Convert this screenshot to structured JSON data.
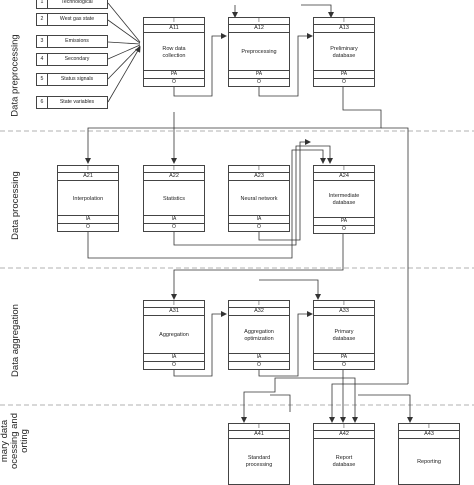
{
  "sections": [
    {
      "id": "preprocessing",
      "label": "Data preprocessing"
    },
    {
      "id": "processing",
      "label": "Data processing"
    },
    {
      "id": "aggregation",
      "label": "Data aggregation"
    },
    {
      "id": "reporting",
      "label": "mary data\nocessing and\norting"
    }
  ],
  "inputs": [
    {
      "num": "1",
      "label": "Technological"
    },
    {
      "num": "2",
      "label": "West gas state"
    },
    {
      "num": "3",
      "label": "Emissions"
    },
    {
      "num": "4",
      "label": "Secondary"
    },
    {
      "num": "5",
      "label": "Status signals"
    },
    {
      "num": "6",
      "label": "State variables"
    }
  ],
  "blocks": {
    "A11": {
      "top": "I",
      "code": "A11",
      "name": "Row data\ncollection",
      "pa": "PA",
      "out": "O"
    },
    "A12": {
      "top": "I",
      "code": "A12",
      "name": "Preprocessing",
      "pa": "PA",
      "out": "O"
    },
    "A13": {
      "top": "I",
      "code": "A13",
      "name": "Preliminary\ndatabase",
      "pa": "PA",
      "out": "O"
    },
    "A21": {
      "top": "I",
      "code": "A21",
      "name": "Interpolation",
      "pa": "IA",
      "out": "O"
    },
    "A22": {
      "top": "I",
      "code": "A22",
      "name": "Statistics",
      "pa": "IA",
      "out": "O"
    },
    "A23": {
      "top": "I",
      "code": "A23",
      "name": "Neural network",
      "pa": "IA",
      "out": "O"
    },
    "A24": {
      "top": "I",
      "code": "A24",
      "name": "Intermediate\ndatabase",
      "pa": "PA",
      "out": "O"
    },
    "A31": {
      "top": "I",
      "code": "A31",
      "name": "Aggregation",
      "pa": "IA",
      "out": "O"
    },
    "A32": {
      "top": "I",
      "code": "A32",
      "name": "Aggregation\noptimization",
      "pa": "IA",
      "out": "O"
    },
    "A33": {
      "top": "I",
      "code": "A33",
      "name": "Primary\ndatabase",
      "pa": "PA",
      "out": "O"
    },
    "A41": {
      "top": "I",
      "code": "A41",
      "name": "Standard\nprocessing",
      "pa": "",
      "out": ""
    },
    "A42": {
      "top": "I",
      "code": "A42",
      "name": "Report\ndatabase",
      "pa": "",
      "out": ""
    },
    "A43": {
      "top": "I",
      "code": "A43",
      "name": "Reporting",
      "pa": "",
      "out": ""
    }
  }
}
